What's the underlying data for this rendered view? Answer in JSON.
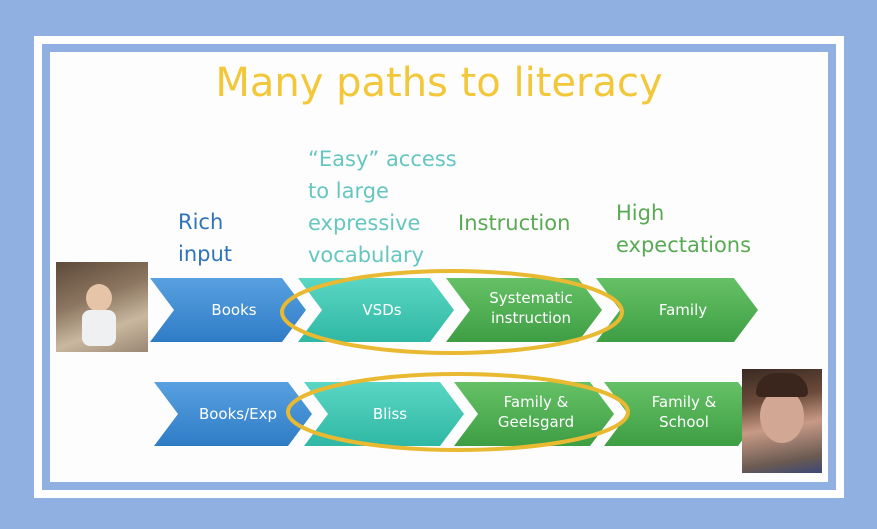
{
  "slide": {
    "title": "Many paths to literacy",
    "headers": {
      "rich": [
        "Rich",
        "input"
      ],
      "easy": [
        "“Easy” access",
        "to large",
        "expressive",
        "vocabulary"
      ],
      "instruction": "Instruction",
      "high": [
        "High",
        "expectations"
      ]
    },
    "row1": [
      "Books",
      "VSDs",
      "Systematic instruction",
      "Family"
    ],
    "row2": [
      "Books/Exp",
      "Bliss",
      "Family & Geelsgard",
      "Family & School"
    ]
  },
  "colors": {
    "title": "#f2c73a",
    "blue_chevron": "#3b8ad4",
    "teal_chevron": "#3cc8b4",
    "green_chevron": "#4caf50",
    "ellipse": "#e8b931",
    "rich_text": "#2f74b8",
    "easy_text": "#66c6c0",
    "green_text": "#5aaa55"
  }
}
